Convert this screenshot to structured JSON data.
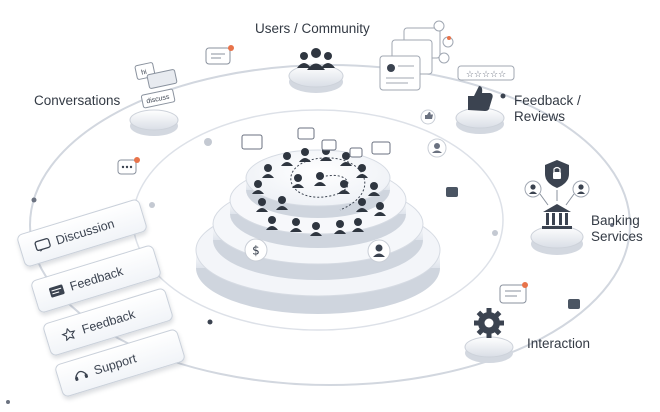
{
  "labels": {
    "users_community": "Users / Community",
    "conversations": "Conversations",
    "feedback_reviews_line1": "Feedback /",
    "feedback_reviews_line2": "Reviews",
    "banking_line1": "Banking",
    "banking_line2": "Services",
    "interaction": "Interaction"
  },
  "cards": [
    {
      "label": "Discussion",
      "icon": "chat-bubble-icon"
    },
    {
      "label": "Feedback",
      "icon": "feedback-card-icon"
    },
    {
      "label": "Feedback",
      "icon": "star-icon"
    },
    {
      "label": "Support",
      "icon": "headset-icon"
    }
  ],
  "bubble_text": {
    "hi": "hi",
    "discuss": "discuss"
  },
  "colors": {
    "accent_orange": "#e8734a",
    "line_gray": "#c9ced6",
    "icon_dark": "#3b4350"
  }
}
